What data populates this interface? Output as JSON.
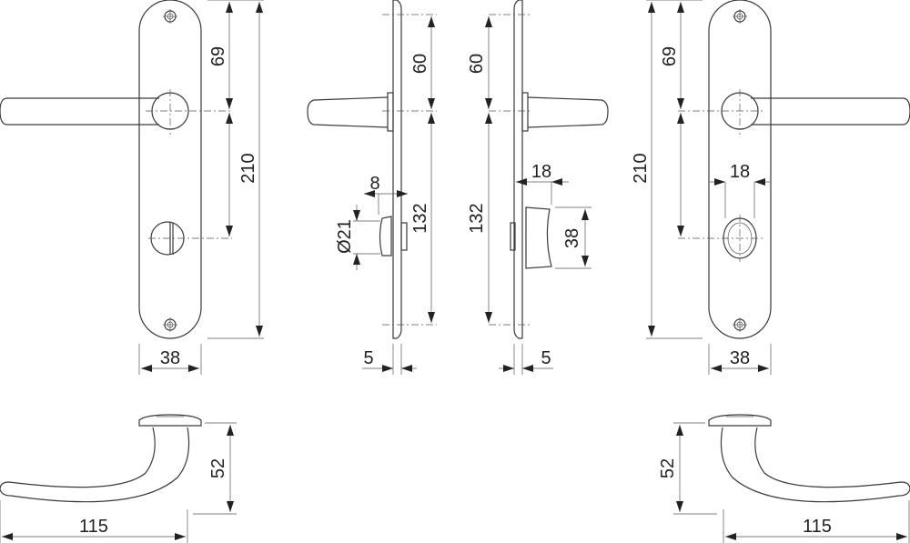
{
  "title": "Door handle on long plate - dimension drawing",
  "front_left": {
    "dim_pivot": "69",
    "dim_total": "210",
    "dim_width": "38"
  },
  "side_left": {
    "dim_top": "60",
    "dim_spacing": "132",
    "dim_turn_offset": "8",
    "dim_turn_diameter": "Ø21",
    "dim_thickness": "5"
  },
  "side_right": {
    "dim_top": "60",
    "dim_spacing": "132",
    "dim_release_offset": "18",
    "dim_release_height": "38",
    "dim_thickness": "5"
  },
  "front_right": {
    "dim_pivot": "69",
    "dim_total": "210",
    "dim_release_offset": "18",
    "dim_width": "38"
  },
  "top_left": {
    "dim_height": "52",
    "dim_length": "115"
  },
  "top_right": {
    "dim_height": "52",
    "dim_length": "115"
  }
}
